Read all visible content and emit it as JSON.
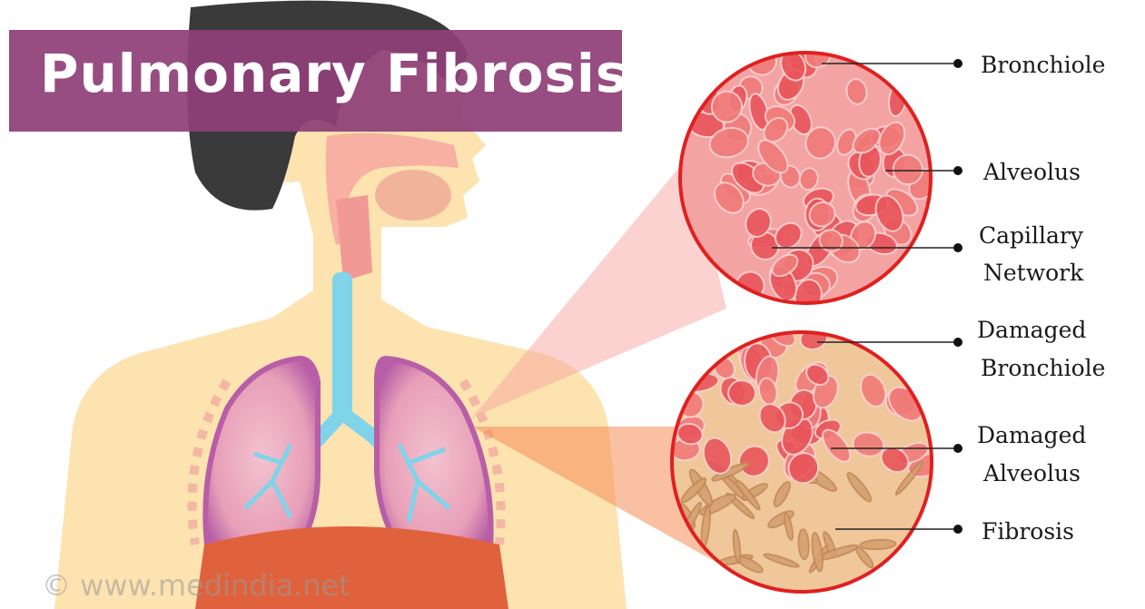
{
  "title": "Pulmonary Fibrosis",
  "labels": {
    "bronchiole": "Bronchiole",
    "alveolus": "Alveolus",
    "capillary_1": "Capillary",
    "capillary_2": "Network",
    "damaged_bronchiole_1": "Damaged",
    "damaged_bronchiole_2": "Bronchiole",
    "damaged_alveolus_1": "Damaged",
    "damaged_alveolus_2": "Alveolus",
    "fibrosis": "Fibrosis"
  },
  "watermark": "© www.medindia.net",
  "colors": {
    "title_band": "#8f3f78",
    "skin": "#fde3b0",
    "hair": "#3a3a3a",
    "lung": "#b85ea6",
    "trachea": "#7fd4ea",
    "diaphragm": "#e0623c",
    "tissue": "#e8555a",
    "circle_border": "#e02020"
  }
}
